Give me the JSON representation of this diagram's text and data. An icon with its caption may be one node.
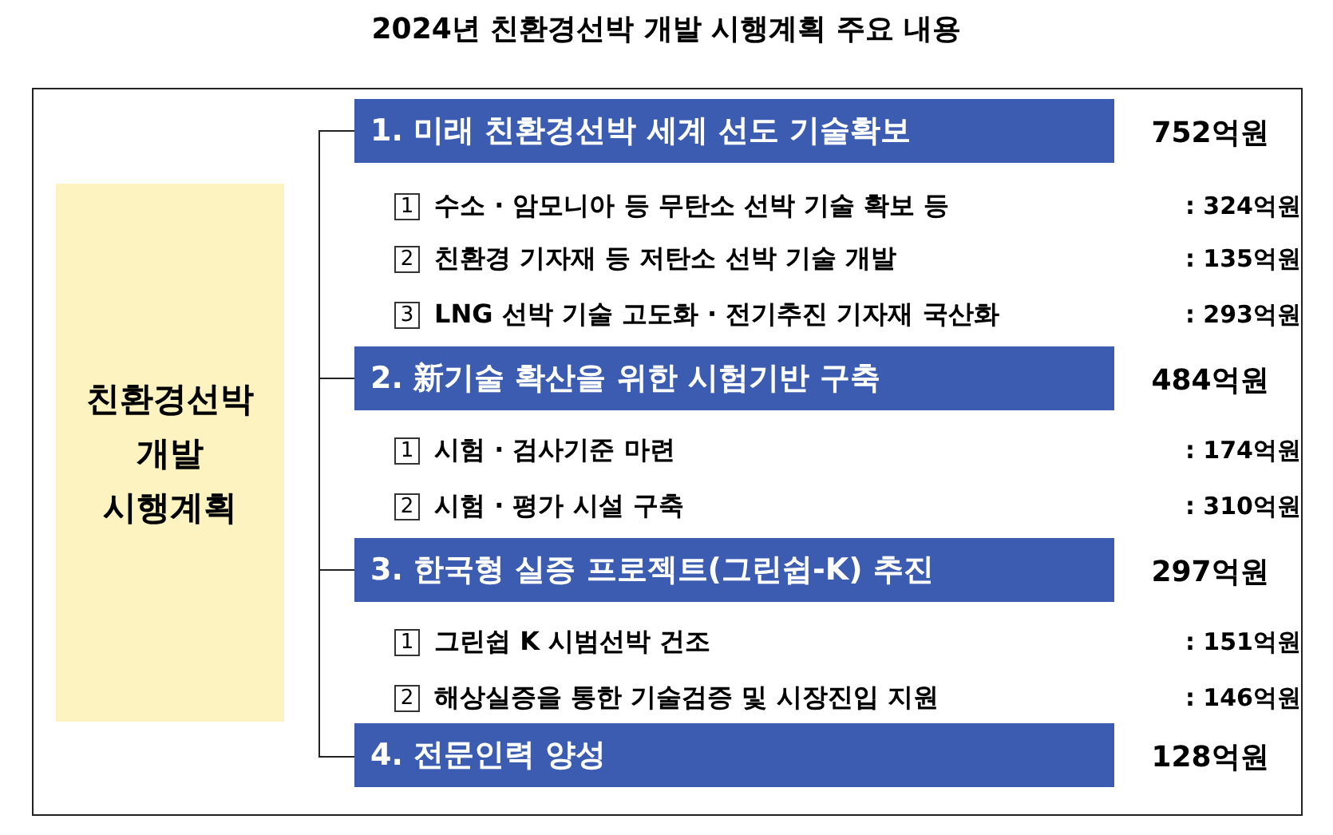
{
  "diagram": {
    "title": "2024년 친환경선박 개발 시행계획 주요 내용",
    "nodes": [
      {
        "text": [
          "친환경선박 개발 시행계획"
        ]
      },
      {
        "text": [
          "1. 미래 친환경선박 세계 선도 기술확보"
        ],
        "beside": [
          "752억원"
        ]
      },
      {
        "text": [
          "2. 新기술 확산을 위한 시험기반 구축"
        ],
        "beside": [
          "484억원"
        ]
      },
      {
        "text": [
          "3. 한국형 실증 프로젝트(그린쉽-K) 추진"
        ],
        "beside": [
          "297억원"
        ]
      },
      {
        "text": [
          "4. 전문인력 양성"
        ],
        "beside": [
          "128억원"
        ]
      }
    ],
    "labels": [
      "1",
      "수소 · 암모니아 등 무탄소 선박 기술 확보 등",
      ": 324억원",
      "2",
      "친환경 기자재 등 저탄소 선박 기술 개발",
      ": 135억원",
      "3",
      "LNG 선박 기술 고도화 · 전기추진 기자재 국산화",
      ": 293억원",
      "1",
      "시험 · 검사기준 마련",
      ": 174억원",
      "2",
      "시험 · 평가 시설 구축",
      ": 310억원",
      "1",
      "그린쉽 K 시범선박 건조",
      ": 151억원",
      "2",
      "해상실증을 통한 기술검증 및 시장진입 지원",
      ": 146억원"
    ]
  }
}
